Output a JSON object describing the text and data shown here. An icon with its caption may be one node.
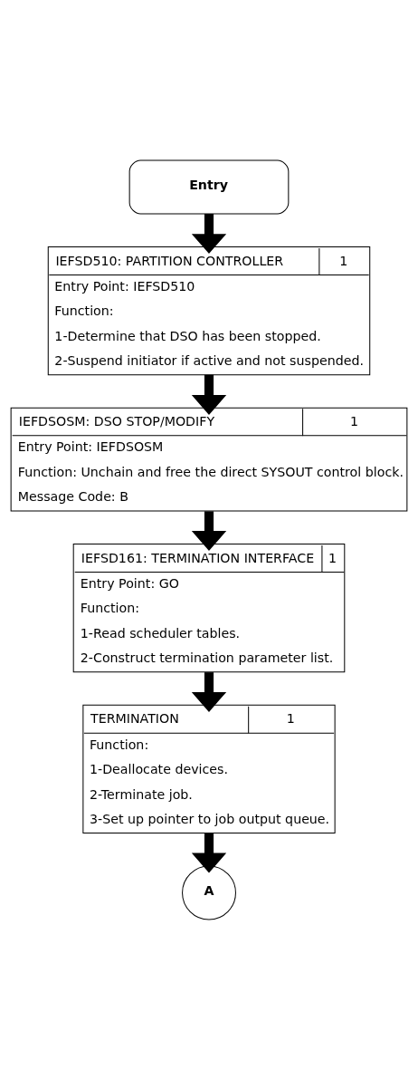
{
  "diagram": {
    "nodes": [
      {
        "text": [
          "Entry"
        ]
      },
      {
        "text": [
          "IEFSD510: PARTITION CONTROLLER",
          "1",
          "Entry Point: IEFSD510",
          "Function:",
          "1-Determine that DSO has been stopped.",
          "2-Suspend initiator if active and not suspended."
        ]
      },
      {
        "text": [
          "IEFDSOSM: DSO STOP/MODIFY",
          "1",
          "Entry Point: IEFDSOSM",
          "Function: Unchain and free the direct SYSOUT control block.",
          "Message Code: B"
        ]
      },
      {
        "text": [
          "IEFSD161: TERMINATION INTERFACE",
          "1",
          "Entry Point: GO",
          "Function:",
          "1-Read scheduler tables.",
          "2-Construct termination parameter list."
        ]
      },
      {
        "text": [
          "TERMINATION",
          "1",
          "Function:",
          "1-Deallocate devices.",
          "2-Terminate job.",
          "3-Set up pointer to job output queue."
        ]
      },
      {
        "text": [
          "A"
        ]
      }
    ],
    "edges": [
      {
        "from": 0,
        "to": 1,
        "arrow": "to"
      },
      {
        "from": 1,
        "to": 2,
        "arrow": "to"
      },
      {
        "from": 2,
        "to": 3,
        "arrow": "to"
      },
      {
        "from": 3,
        "to": 4,
        "arrow": "to"
      },
      {
        "from": 4,
        "to": 5,
        "arrow": "to"
      }
    ]
  }
}
